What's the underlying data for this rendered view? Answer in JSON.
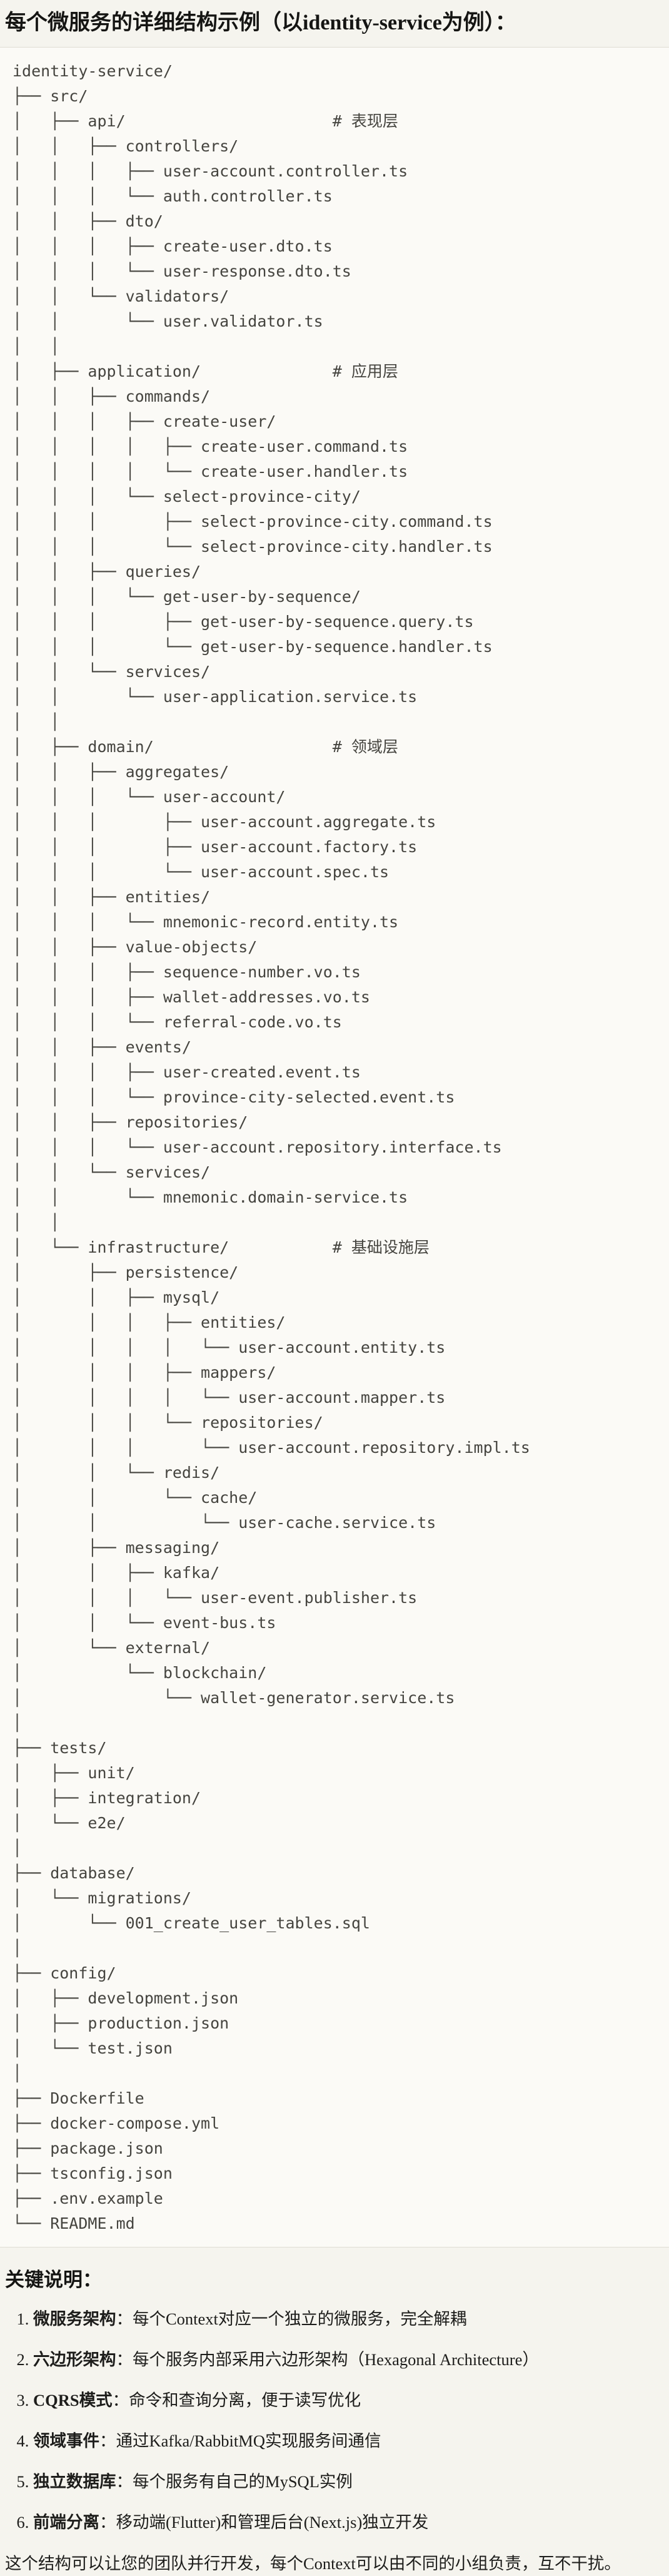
{
  "page": {
    "title": "每个微服务的详细结构示例（以identity-service为例）：",
    "colors": {
      "page_bg": "#F5F4EE",
      "code_bg": "#FBFAF6",
      "code_border": "#DFDDD4",
      "body_text": "#1D1D1B",
      "code_text": "#45443F"
    }
  },
  "tree": {
    "lines": [
      "identity-service/",
      "├── src/",
      "│   ├── api/                      # 表现层",
      "│   │   ├── controllers/",
      "│   │   │   ├── user-account.controller.ts",
      "│   │   │   └── auth.controller.ts",
      "│   │   ├── dto/",
      "│   │   │   ├── create-user.dto.ts",
      "│   │   │   └── user-response.dto.ts",
      "│   │   └── validators/",
      "│   │       └── user.validator.ts",
      "│   │",
      "│   ├── application/              # 应用层",
      "│   │   ├── commands/",
      "│   │   │   ├── create-user/",
      "│   │   │   │   ├── create-user.command.ts",
      "│   │   │   │   └── create-user.handler.ts",
      "│   │   │   └── select-province-city/",
      "│   │   │       ├── select-province-city.command.ts",
      "│   │   │       └── select-province-city.handler.ts",
      "│   │   ├── queries/",
      "│   │   │   └── get-user-by-sequence/",
      "│   │   │       ├── get-user-by-sequence.query.ts",
      "│   │   │       └── get-user-by-sequence.handler.ts",
      "│   │   └── services/",
      "│   │       └── user-application.service.ts",
      "│   │",
      "│   ├── domain/                   # 领域层",
      "│   │   ├── aggregates/",
      "│   │   │   └── user-account/",
      "│   │   │       ├── user-account.aggregate.ts",
      "│   │   │       ├── user-account.factory.ts",
      "│   │   │       └── user-account.spec.ts",
      "│   │   ├── entities/",
      "│   │   │   └── mnemonic-record.entity.ts",
      "│   │   ├── value-objects/",
      "│   │   │   ├── sequence-number.vo.ts",
      "│   │   │   ├── wallet-addresses.vo.ts",
      "│   │   │   └── referral-code.vo.ts",
      "│   │   ├── events/",
      "│   │   │   ├── user-created.event.ts",
      "│   │   │   └── province-city-selected.event.ts",
      "│   │   ├── repositories/",
      "│   │   │   └── user-account.repository.interface.ts",
      "│   │   └── services/",
      "│   │       └── mnemonic.domain-service.ts",
      "│   │",
      "│   └── infrastructure/           # 基础设施层",
      "│       ├── persistence/",
      "│       │   ├── mysql/",
      "│       │   │   ├── entities/",
      "│       │   │   │   └── user-account.entity.ts",
      "│       │   │   ├── mappers/",
      "│       │   │   │   └── user-account.mapper.ts",
      "│       │   │   └── repositories/",
      "│       │   │       └── user-account.repository.impl.ts",
      "│       │   └── redis/",
      "│       │       └── cache/",
      "│       │           └── user-cache.service.ts",
      "│       ├── messaging/",
      "│       │   ├── kafka/",
      "│       │   │   └── user-event.publisher.ts",
      "│       │   └── event-bus.ts",
      "│       └── external/",
      "│           └── blockchain/",
      "│               └── wallet-generator.service.ts",
      "│",
      "├── tests/",
      "│   ├── unit/",
      "│   ├── integration/",
      "│   └── e2e/",
      "│",
      "├── database/",
      "│   └── migrations/",
      "│       └── 001_create_user_tables.sql",
      "│",
      "├── config/",
      "│   ├── development.json",
      "│   ├── production.json",
      "│   └── test.json",
      "│",
      "├── Dockerfile",
      "├── docker-compose.yml",
      "├── package.json",
      "├── tsconfig.json",
      "├── .env.example",
      "└── README.md"
    ]
  },
  "notes": {
    "heading": "关键说明：",
    "items": [
      {
        "term": "微服务架构",
        "sep": "：",
        "desc": "每个Context对应一个独立的微服务，完全解耦"
      },
      {
        "term": "六边形架构",
        "sep": "：",
        "desc": "每个服务内部采用六边形架构（Hexagonal Architecture）"
      },
      {
        "term": "CQRS模式",
        "sep": "：",
        "desc": "命令和查询分离，便于读写优化"
      },
      {
        "term": "领域事件",
        "sep": "：",
        "desc": "通过Kafka/RabbitMQ实现服务间通信"
      },
      {
        "term": "独立数据库",
        "sep": "：",
        "desc": "每个服务有自己的MySQL实例"
      },
      {
        "term": "前端分离",
        "sep": "：",
        "desc": "移动端(Flutter)和管理后台(Next.js)独立开发"
      }
    ],
    "closing": "这个结构可以让您的团队并行开发，每个Context可以由不同的小组负责，互不干扰。"
  }
}
